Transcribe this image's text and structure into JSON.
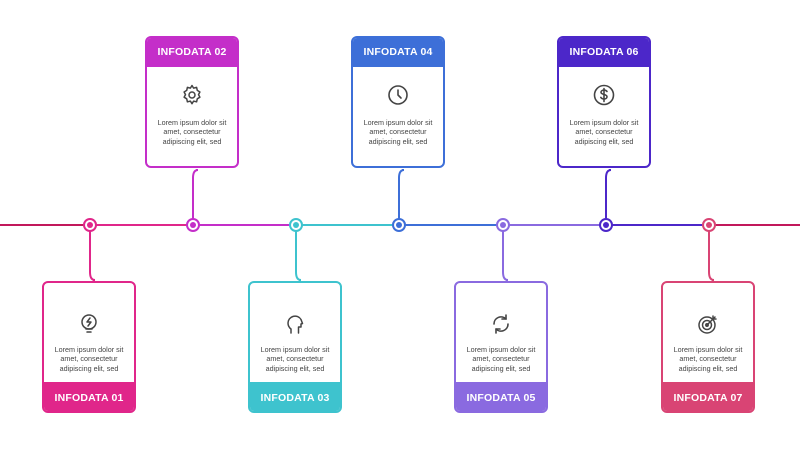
{
  "timeline": {
    "line_color": "#c2185b",
    "items": [
      {
        "title": "INFODATA 01",
        "text": "Lorem ipsum dolor sit amet, consectetur adipiscing elit, sed",
        "icon": "lightbulb-icon",
        "color": "#e0268a"
      },
      {
        "title": "INFODATA 02",
        "text": "Lorem ipsum dolor sit amet, consectetur adipiscing elit, sed",
        "icon": "gear-icon",
        "color": "#c42ec9"
      },
      {
        "title": "INFODATA 03",
        "text": "Lorem ipsum dolor sit amet, consectetur adipiscing elit, sed",
        "icon": "head-icon",
        "color": "#3ec3ce"
      },
      {
        "title": "INFODATA 04",
        "text": "Lorem ipsum dolor sit amet, consectetur adipiscing elit, sed",
        "icon": "clock-icon",
        "color": "#3d6fd8"
      },
      {
        "title": "INFODATA 05",
        "text": "Lorem ipsum dolor sit amet, consectetur adipiscing elit, sed",
        "icon": "refresh-icon",
        "color": "#8a6ae0"
      },
      {
        "title": "INFODATA 06",
        "text": "Lorem ipsum dolor sit amet, consectetur adipiscing elit, sed",
        "icon": "dollar-icon",
        "color": "#4c27c9"
      },
      {
        "title": "INFODATA 07",
        "text": "Lorem ipsum dolor sit amet, consectetur adipiscing elit, sed",
        "icon": "target-icon",
        "color": "#d94474"
      }
    ]
  }
}
